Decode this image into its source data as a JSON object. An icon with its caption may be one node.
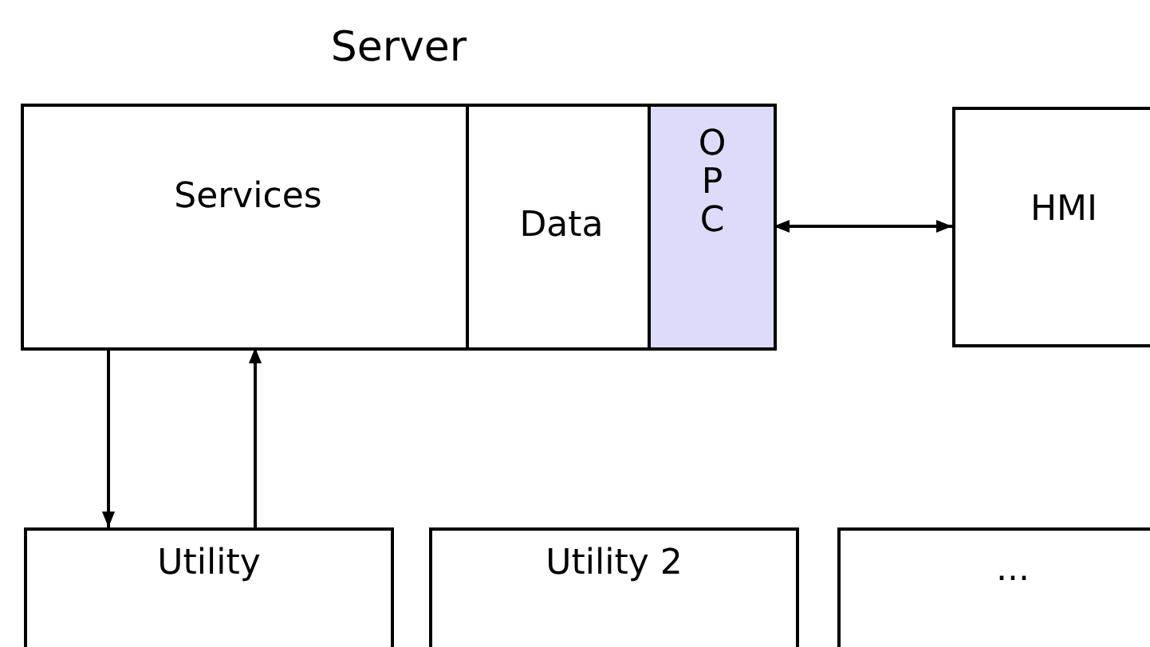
{
  "diagram": {
    "nodes": [
      {
        "text": [
          "Server"
        ]
      },
      {
        "text": [
          "Services"
        ],
        "in": 0
      },
      {
        "text": [
          "Data"
        ],
        "in": 0
      },
      {
        "text": [
          "OPC"
        ],
        "in": 0
      },
      {
        "text": [
          "HMI"
        ]
      },
      {
        "text": [
          "Utility"
        ]
      },
      {
        "text": [
          "Utility 2"
        ]
      },
      {
        "text": [
          "..."
        ]
      }
    ],
    "edges": [
      {
        "from": 3,
        "to": 4,
        "arrow": "both"
      },
      {
        "from": 1,
        "to": 5,
        "arrow": "to"
      },
      {
        "from": 5,
        "to": 1,
        "arrow": "to"
      }
    ]
  }
}
